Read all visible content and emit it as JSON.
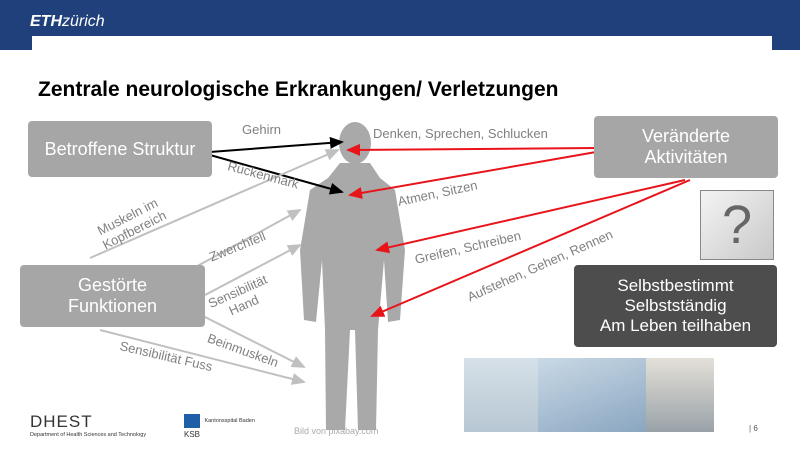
{
  "header": {
    "logo_bold": "ETH",
    "logo_italic": "zürich"
  },
  "title": "Zentrale neurologische Erkrankungen/ Verletzungen",
  "boxes": {
    "betroffene": "Betroffene Struktur",
    "veraenderte_line1": "Veränderte",
    "veraenderte_line2": "Aktivitäten",
    "gestoerte_line1": "Gestörte",
    "gestoerte_line2": "Funktionen",
    "selbst_line1": "Selbstbestimmt",
    "selbst_line2": "Selbstständig",
    "selbst_line3": "Am Leben teilhaben"
  },
  "labels": {
    "gehirn": "Gehirn",
    "rueckenmark": "Rückenmark",
    "muskeln_line1": "Muskeln im",
    "muskeln_line2": "Kopfbereich",
    "zwerchfell": "Zwerchfell",
    "sensibilitaet_line1": "Sensibilität",
    "sensibilitaet_line2": "Hand",
    "beinmuskeln": "Beinmuskeln",
    "sensibilitaet_fuss": "Sensibilität Fuss",
    "denken": "Denken, Sprechen, Schlucken",
    "atmen": "Atmen, Sitzen",
    "greifen": "Greifen, Schreiben",
    "aufstehen": "Aufstehen, Gehen, Rennen"
  },
  "question_mark": "?",
  "footer": {
    "dhest": "DHEST",
    "dhest_sub": "Department of Health Sciences and Technology",
    "ksb_logo": "KSB",
    "ksb_name": "Kantonsspital Baden",
    "credit": "Bild von pixabay.com",
    "page_number": "6"
  },
  "colors": {
    "header": "#1f407a",
    "red_arrow": "#e8141a",
    "grey_arrow": "#c0c0c0",
    "black_arrow": "#000000"
  }
}
